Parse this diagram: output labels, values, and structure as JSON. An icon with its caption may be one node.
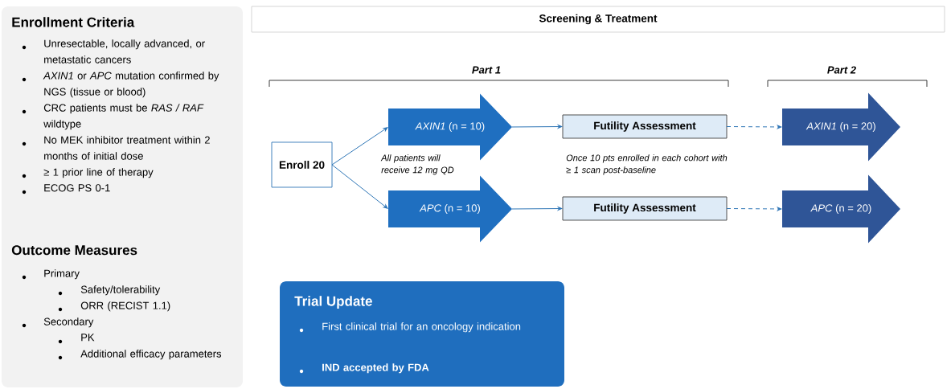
{
  "diagram": {
    "nodes": [
      {
        "text": [
          "Enrollment Criteria",
          "Unresectable, locally advanced, or metastatic cancers",
          "*AXIN1* or *APC* mutation confirmed by NGS (tissue or blood)",
          "CRC patients must be *RAS / RAF* wildtype",
          "No MEK inhibitor treatment within 2 months of initial dose",
          "≥ 1 prior line of therapy",
          "ECOG PS 0-1",
          "Outcome Measures",
          "Primary",
          "Safety/tolerability",
          "ORR (RECIST 1.1)",
          "Secondary",
          "PK",
          "Additional efficacy parameters"
        ]
      },
      {
        "text": [
          "Screening & Treatment"
        ]
      },
      {
        "text": [
          "Enroll 20"
        ]
      },
      {
        "text": [
          "*AXIN1* (n = 10)"
        ]
      },
      {
        "text": [
          "*APC*  (n = 10)"
        ]
      },
      {
        "text": [
          "Futility Assessment"
        ]
      },
      {
        "text": [
          "Futility Assessment"
        ]
      },
      {
        "text": [
          "*AXIN1* (n = 20)"
        ]
      },
      {
        "text": [
          "*APC*  (n = 20)"
        ]
      },
      {
        "text": [
          "Trial Update",
          "First clinical trial for an oncology indication",
          "IND accepted by FDA"
        ]
      }
    ],
    "edges": [
      {
        "from": 2,
        "to": 3,
        "arrow": "to"
      },
      {
        "from": 2,
        "to": 4,
        "arrow": "to"
      },
      {
        "from": 3,
        "to": 5,
        "arrow": "to"
      },
      {
        "from": 4,
        "to": 6,
        "arrow": "to"
      },
      {
        "from": 5,
        "to": 7,
        "arrow": "to",
        "style": "dashed"
      },
      {
        "from": 6,
        "to": 8,
        "arrow": "to",
        "style": "dashed"
      }
    ],
    "labels": [
      "Part 1",
      "Part 2",
      "All patients will receive 12 mg QD",
      "Once 10 pts enrolled in each cohort with ≥ 1 scan post-baseline"
    ]
  }
}
